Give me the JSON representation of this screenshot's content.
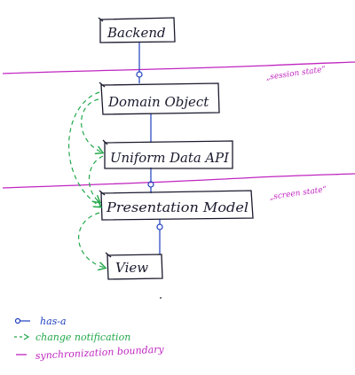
{
  "boxes": {
    "backend": "Backend",
    "domain_object": "Domain Object",
    "uniform_data_api": "Uniform Data API",
    "presentation_model": "Presentation Model",
    "view": "View"
  },
  "boundaries": {
    "session_state": "„session state“",
    "screen_state": "„screen state“"
  },
  "legend": {
    "has_a": "has-a",
    "change_notification": "change notification",
    "synchronization_boundary": "synchronization boundary"
  },
  "colors": {
    "ink": "#1a1a2e",
    "boundary": "#c026c0",
    "notification": "#22a84a",
    "has_a": "#1f3fbf"
  }
}
